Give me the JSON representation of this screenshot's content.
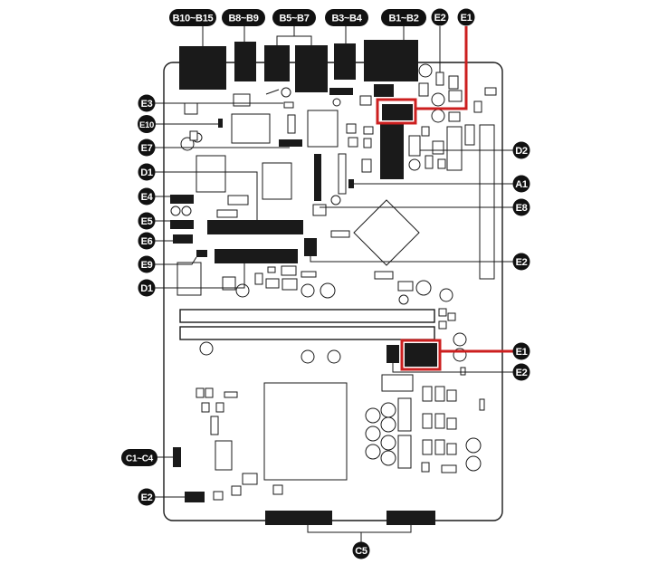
{
  "colors": {
    "ink": "#1a1a1a",
    "highlight": "#cc1f1f",
    "label_bg": "#111111",
    "label_text": "#ffffff"
  },
  "labels": {
    "b10_b15": "B10~B15",
    "b8_b9": "B8~B9",
    "b5_b7": "B5~B7",
    "b3_b4": "B3~B4",
    "b1_b2": "B1~B2",
    "e2_top": "E2",
    "e1_top": "E1",
    "e3": "E3",
    "e10": "E10",
    "e7": "E7",
    "d1_upper": "D1",
    "d2": "D2",
    "a1": "A1",
    "e4": "E4",
    "e8": "E8",
    "e5": "E5",
    "e6": "E6",
    "e9": "E9",
    "e2_mid": "E2",
    "d1_lower": "D1",
    "e1_lower": "E1",
    "e2_lower": "E2",
    "c1_c4": "C1~C4",
    "e2_bottom": "E2",
    "c5": "C5"
  }
}
